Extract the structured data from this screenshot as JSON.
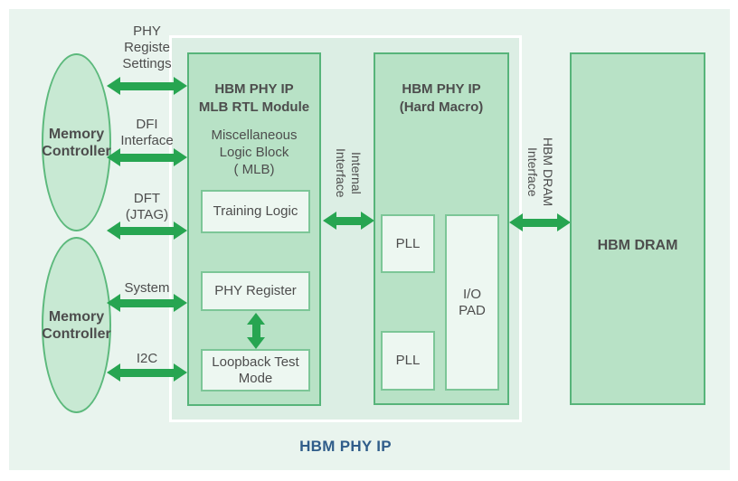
{
  "footer": {
    "label": "HBM PHY IP"
  },
  "memory_controllers": [
    {
      "label": "Memory\nController"
    },
    {
      "label": "Memory\nController"
    }
  ],
  "bus_labels": {
    "phy_register_settings": "PHY\nRegiste\nSettings",
    "dfi_interface": "DFI\nInterface",
    "dft_jtag": "DFT\n(JTAG)",
    "system": "System",
    "i2c": "I2C",
    "internal_interface": "Internal\nInterface",
    "hbm_dram_interface": "HBM DRAM\nInterface"
  },
  "mlb_module": {
    "title": "HBM PHY IP\nMLB RTL Module",
    "subtitle": "Miscellaneous\nLogic Block\n( MLB)",
    "training_logic": "Training Logic",
    "phy_register": "PHY Register",
    "loopback_test_mode": "Loopback Test\nMode"
  },
  "hard_macro": {
    "title": "HBM PHY IP\n(Hard Macro)",
    "pll_top": "PLL",
    "pll_bottom": "PLL",
    "io_pad": "I/O\nPAD"
  },
  "hbm_dram": {
    "label": "HBM DRAM"
  },
  "colors": {
    "background": "#e9f4ee",
    "panel_fill": "#dceee4",
    "block_fill": "#b8e2c6",
    "block_border": "#57b47a",
    "light_block_fill": "#edf7f1",
    "ellipse_fill": "#c8e9d3",
    "arrow_green": "#27a551",
    "text_dark": "#4d4d4d",
    "footer_blue": "#305d8a"
  }
}
